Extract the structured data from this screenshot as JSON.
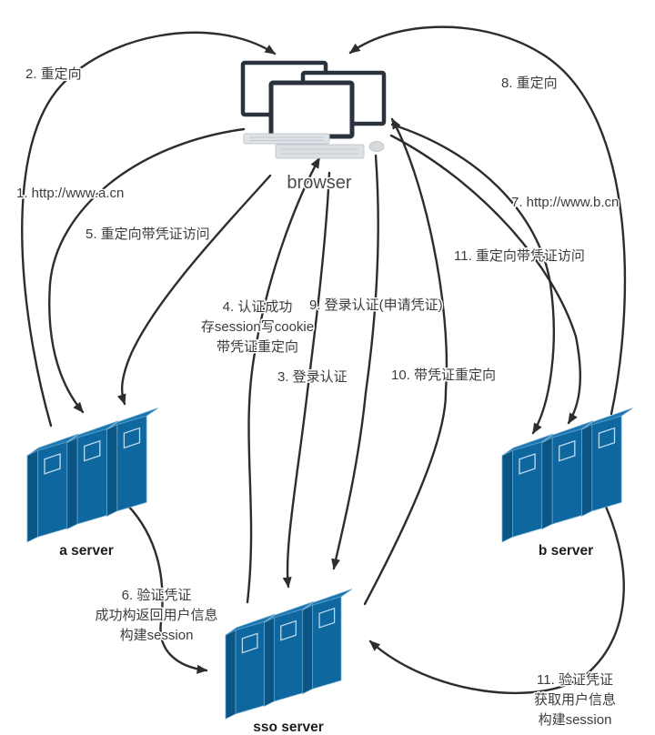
{
  "diagram": {
    "type": "sso-flow-diagram",
    "nodes": {
      "browser": {
        "label": "browser"
      },
      "a_server": {
        "label": "a server"
      },
      "b_server": {
        "label": "b server"
      },
      "sso_server": {
        "label": "sso server"
      }
    },
    "flows": [
      {
        "step": "1",
        "from": "browser",
        "to": "a server",
        "lines": [
          "1. http://www.a.cn"
        ]
      },
      {
        "step": "2",
        "from": "a server",
        "to": "browser",
        "lines": [
          "2. 重定向"
        ]
      },
      {
        "step": "3",
        "from": "browser",
        "to": "sso server",
        "lines": [
          "3. 登录认证"
        ]
      },
      {
        "step": "4",
        "from": "sso server",
        "to": "browser",
        "lines": [
          "4. 认证成功",
          "存session写cookie",
          "带凭证重定向"
        ]
      },
      {
        "step": "5",
        "from": "browser",
        "to": "a server",
        "lines": [
          "5. 重定向带凭证访问"
        ]
      },
      {
        "step": "6",
        "from": "a server",
        "to": "sso server",
        "lines": [
          "6. 验证凭证",
          "成功构返回用户信息",
          "构建session"
        ]
      },
      {
        "step": "7",
        "from": "browser",
        "to": "b server",
        "lines": [
          "7. http://www.b.cn"
        ]
      },
      {
        "step": "8",
        "from": "b server",
        "to": "browser",
        "lines": [
          "8. 重定向"
        ]
      },
      {
        "step": "9",
        "from": "browser",
        "to": "sso server",
        "lines": [
          "9. 登录认证(申请凭证)"
        ]
      },
      {
        "step": "10",
        "from": "sso server",
        "to": "browser",
        "lines": [
          "10. 带凭证重定向"
        ]
      },
      {
        "step": "11",
        "from": "browser",
        "to": "b server",
        "lines": [
          "11. 重定向带凭证访问"
        ]
      },
      {
        "step": "11",
        "from": "b server",
        "to": "sso server",
        "lines": [
          "11. 验证凭证",
          "获取用户信息",
          "构建session"
        ]
      }
    ],
    "colors": {
      "arrow": "#2d2d2d",
      "server_front": "#0f67a0",
      "server_side": "#0a5584",
      "server_top": "#1a77b2",
      "monitor_frame": "#2a323d",
      "label_text": "#3c3c3c"
    }
  }
}
